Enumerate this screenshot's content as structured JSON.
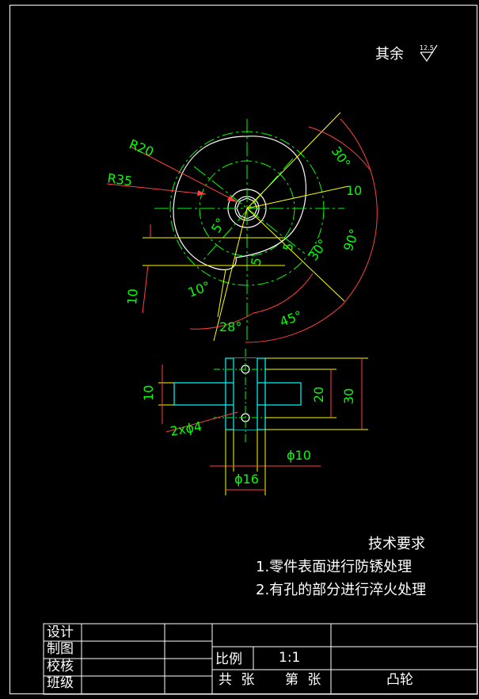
{
  "surface_finish": {
    "label": "其余",
    "value": "12.5"
  },
  "dimensions": {
    "r20": "R20",
    "r35": "R35",
    "d10": "10",
    "a30top": "30°",
    "a90": "90°",
    "a30mid": "30°",
    "a5a": "5°",
    "a5b": "5",
    "a5c": "5",
    "a10": "10°",
    "l10": "10",
    "a28": "28°",
    "a45": "45°",
    "v10": "10",
    "v20": "20",
    "v30": "30",
    "holes": "2xϕ4",
    "phi10": "ϕ10",
    "phi16": "ϕ16"
  },
  "tech_requirements": {
    "title": "技术要求",
    "items": [
      "1.零件表面进行防锈处理",
      "2.有孔的部分进行淬火处理"
    ]
  },
  "title_block": {
    "design": "设计",
    "draw": "制图",
    "check": "校核",
    "class": "班级",
    "scale_label": "比例",
    "scale_value": "1:1",
    "total_sheets": "共 张",
    "sheet_no": "第 张",
    "part_name": "凸轮"
  },
  "colors": {
    "background": "#000000",
    "outline": "#ffffff",
    "center": "#00ff00",
    "dimension": "#ff4040",
    "extension": "#ffff00",
    "section": "#00ffff"
  }
}
